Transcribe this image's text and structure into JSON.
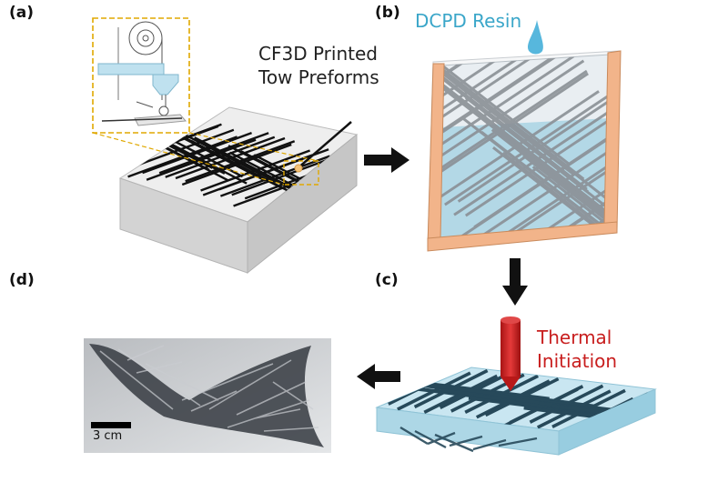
{
  "panels": {
    "a": {
      "label": "(a)",
      "caption_line1": "CF3D Printed",
      "caption_line2": "Tow Preforms"
    },
    "b": {
      "label": "(b)",
      "caption": "DCPD Resin"
    },
    "c": {
      "label": "(c)",
      "caption_line1": "Thermal",
      "caption_line2": "Initiation"
    },
    "d": {
      "label": "(d)",
      "scale_bar_label": "3 cm"
    }
  },
  "colors": {
    "resin_caption": "#3aa6c9",
    "thermal_caption": "#c81e1e",
    "inset_border": "#e0a800",
    "frame_wood": "#f2b48a",
    "resin_fill": "#a9d4e4",
    "fiber_gray": "#8a8f95",
    "fiber_dark": "#27495a",
    "nozzle_red": "#d32020",
    "arrow": "#111111"
  },
  "icons": [
    "resin-drop-icon",
    "heater-nozzle-icon",
    "process-arrow-right-icon",
    "process-arrow-down-icon",
    "process-arrow-left-icon"
  ]
}
